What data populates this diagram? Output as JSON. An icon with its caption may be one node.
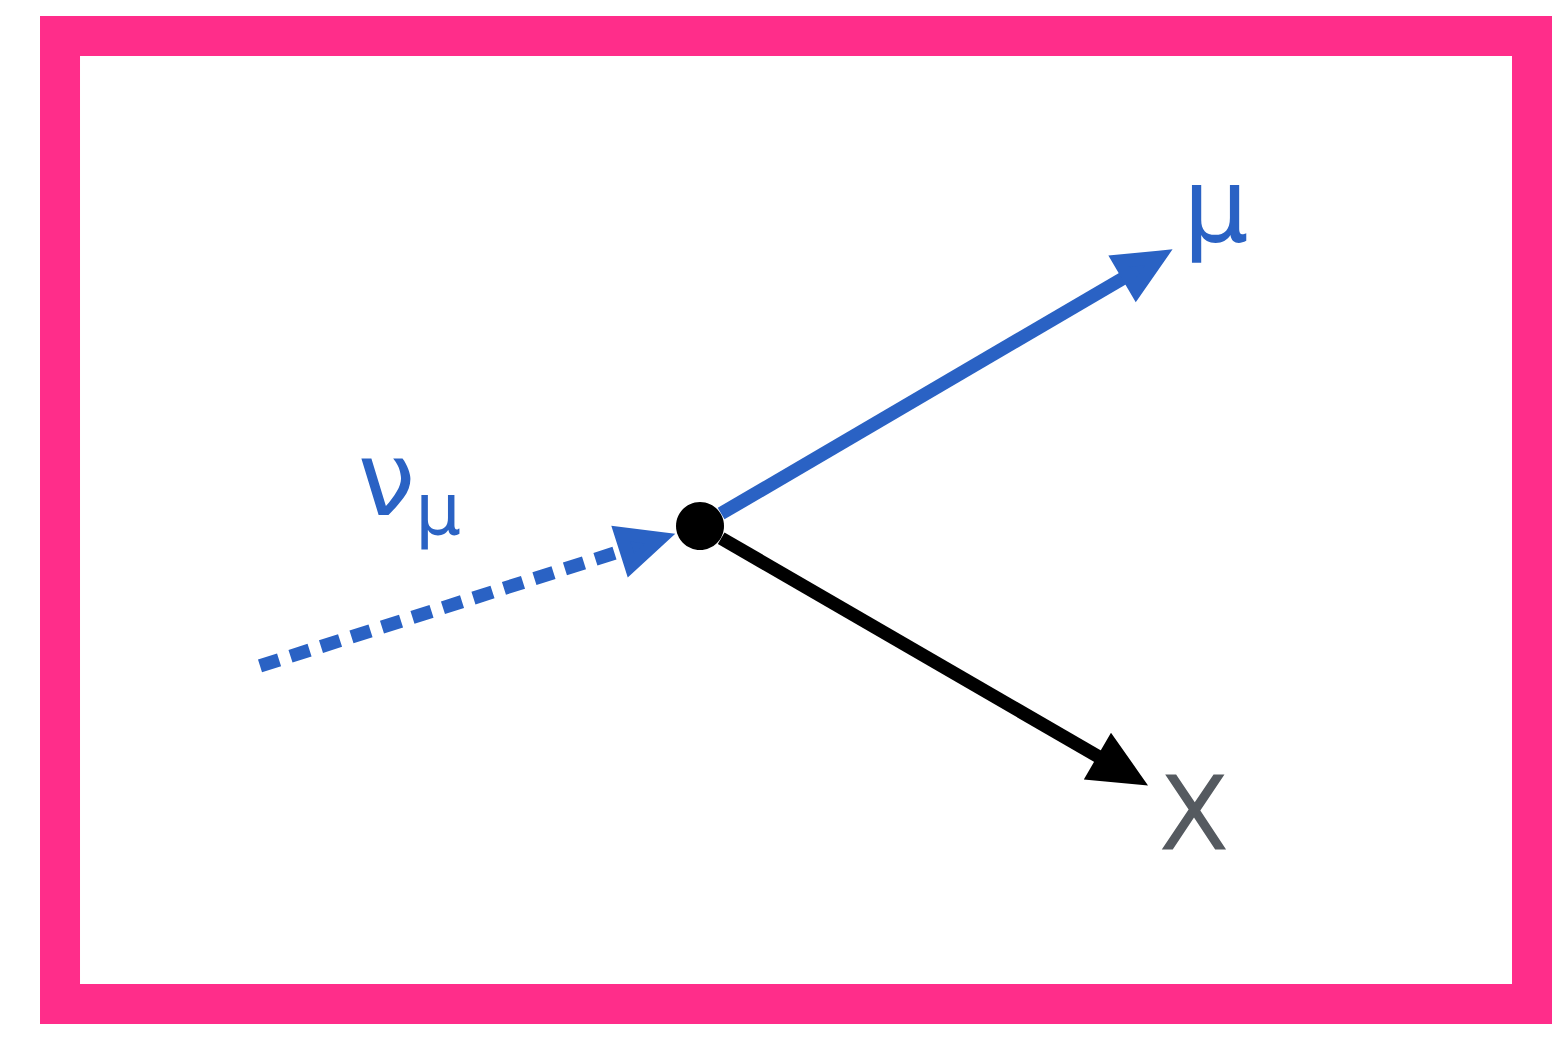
{
  "diagram": {
    "nodes": [
      {
        "text": [],
        "shape": "circle"
      },
      {
        "text": [
          "μ"
        ]
      },
      {
        "text": [
          "X"
        ]
      }
    ],
    "edges": [
      {
        "from": null,
        "to": 0,
        "arrow": "to",
        "style": "dashed",
        "label": "ν$_{μ}$"
      },
      {
        "from": 0,
        "to": 1,
        "arrow": "to"
      },
      {
        "from": 0,
        "to": 2,
        "arrow": "to",
        "color": "#000000"
      }
    ]
  }
}
